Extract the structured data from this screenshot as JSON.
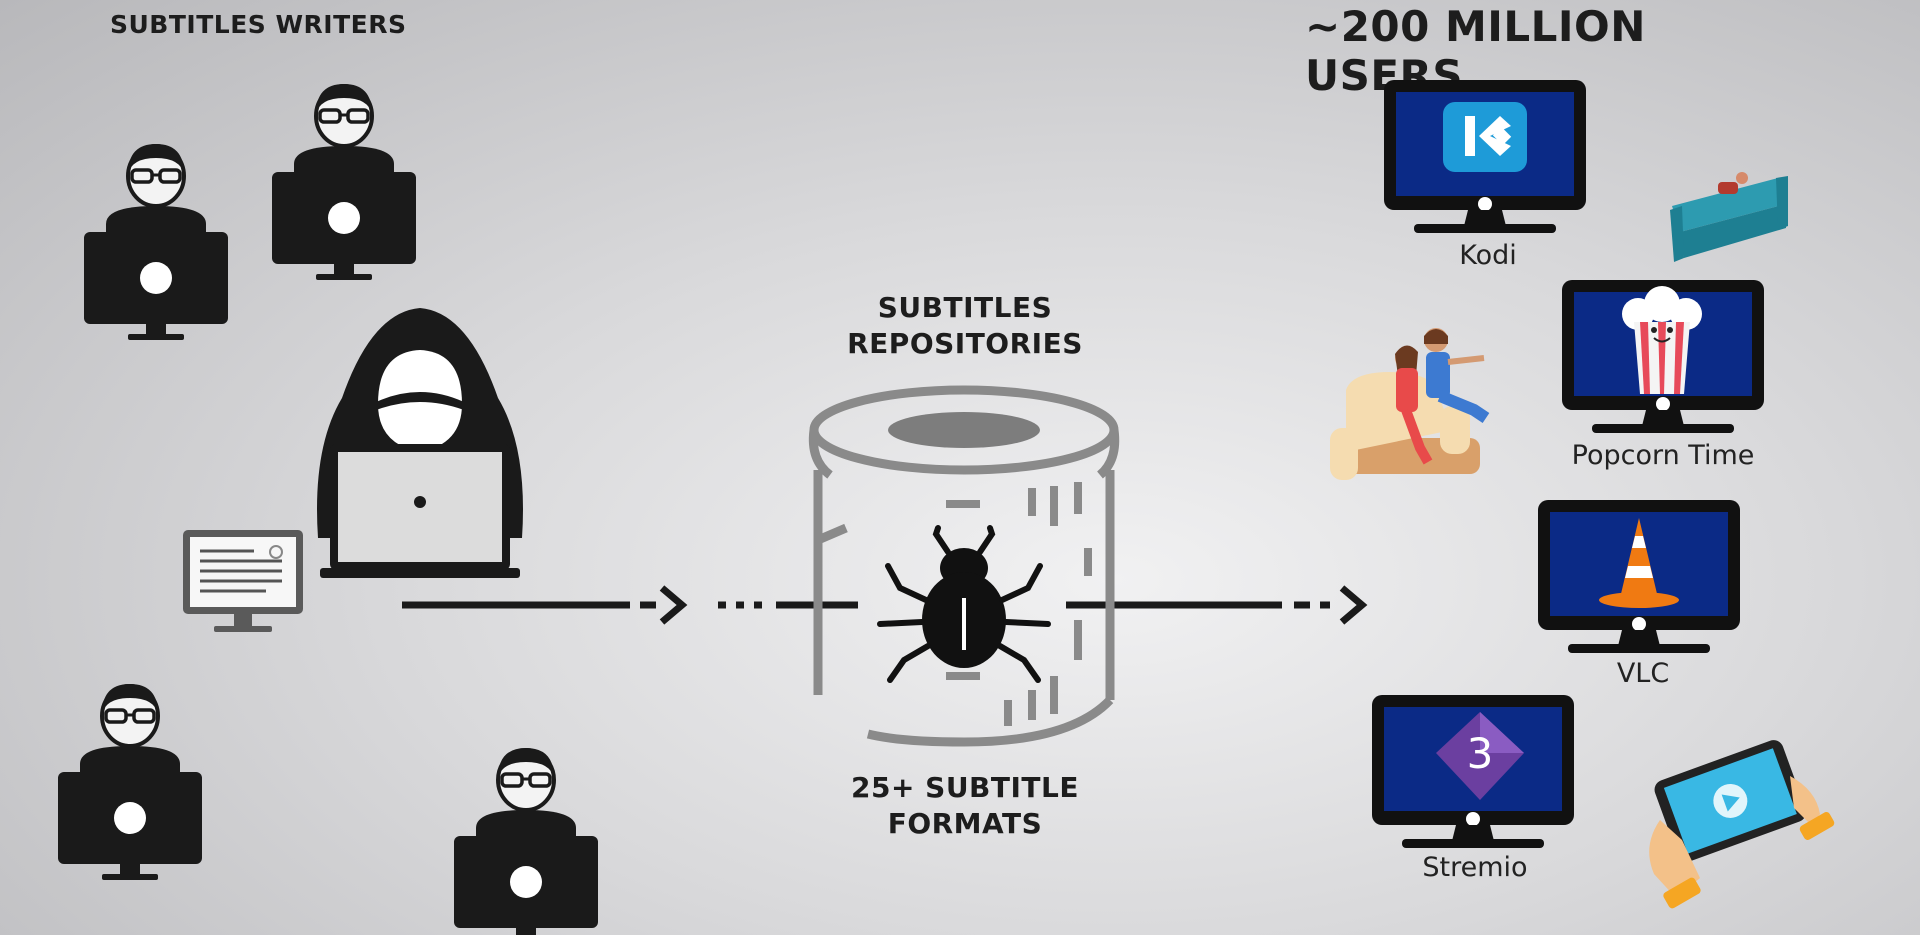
{
  "labels": {
    "writers": "SUBTITLES WRITERS",
    "users": "~200 MILLION USERS",
    "repo_line1": "SUBTITLES",
    "repo_line2": "REPOSITORIES",
    "formats_line1": "25+ SUBTITLE",
    "formats_line2": "FORMATS"
  },
  "apps": [
    {
      "name": "Kodi"
    },
    {
      "name": "Popcorn Time"
    },
    {
      "name": "VLC"
    },
    {
      "name": "Stremio"
    }
  ],
  "colors": {
    "ink": "#1a1a1a",
    "screen_blue": "#0b2a86",
    "kodi_blue": "#1e9bd8",
    "vlc_orange": "#f07a12",
    "stremio_purple": "#6b3fa0",
    "repo_gray": "#8a8a8a"
  },
  "icons": [
    "writer-icon",
    "hacker-icon",
    "document-monitor-icon",
    "database-icon",
    "bug-icon",
    "tv-icon",
    "kodi-logo-icon",
    "popcorn-icon",
    "vlc-cone-icon",
    "stremio-logo-icon",
    "couch-icon",
    "couple-on-sofa-icon",
    "tablet-hands-icon"
  ]
}
